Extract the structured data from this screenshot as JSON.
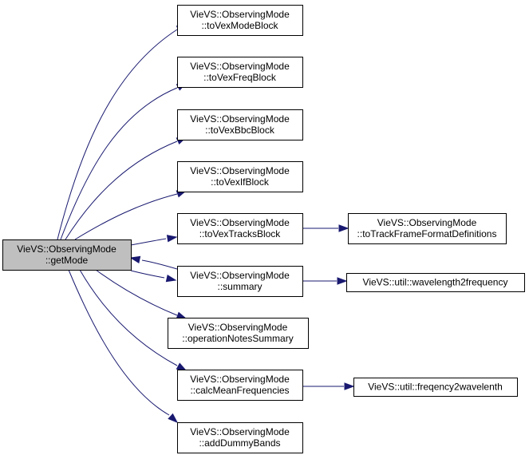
{
  "diagram": {
    "colors": {
      "edge": "#191970",
      "focus_fill": "#bfbfbf",
      "node_fill": "#ffffff",
      "border": "#000000"
    },
    "nodes": [
      {
        "id": "getMode",
        "lines": [
          "VieVS::ObservingMode",
          "::getMode"
        ],
        "focus": true
      },
      {
        "id": "toVexModeBlock",
        "lines": [
          "VieVS::ObservingMode",
          "::toVexModeBlock"
        ]
      },
      {
        "id": "toVexFreqBlock",
        "lines": [
          "VieVS::ObservingMode",
          "::toVexFreqBlock"
        ]
      },
      {
        "id": "toVexBbcBlock",
        "lines": [
          "VieVS::ObservingMode",
          "::toVexBbcBlock"
        ]
      },
      {
        "id": "toVexIfBlock",
        "lines": [
          "VieVS::ObservingMode",
          "::toVexIfBlock"
        ]
      },
      {
        "id": "toVexTracksBlock",
        "lines": [
          "VieVS::ObservingMode",
          "::toVexTracksBlock"
        ]
      },
      {
        "id": "toTrackFrameFormatDefinitions",
        "lines": [
          "VieVS::ObservingMode",
          "::toTrackFrameFormatDefinitions"
        ]
      },
      {
        "id": "summary",
        "lines": [
          "VieVS::ObservingMode",
          "::summary"
        ]
      },
      {
        "id": "wavelength2frequency",
        "lines": [
          "VieVS::util::wavelength2frequency"
        ]
      },
      {
        "id": "operationNotesSummary",
        "lines": [
          "VieVS::ObservingMode",
          "::operationNotesSummary"
        ]
      },
      {
        "id": "calcMeanFrequencies",
        "lines": [
          "VieVS::ObservingMode",
          "::calcMeanFrequencies"
        ]
      },
      {
        "id": "freqency2wavelenth",
        "lines": [
          "VieVS::util::freqency2wavelenth"
        ]
      },
      {
        "id": "addDummyBands",
        "lines": [
          "VieVS::ObservingMode",
          "::addDummyBands"
        ]
      }
    ],
    "edges": [
      {
        "from": "getMode",
        "to": "toVexModeBlock"
      },
      {
        "from": "getMode",
        "to": "toVexFreqBlock"
      },
      {
        "from": "getMode",
        "to": "toVexBbcBlock"
      },
      {
        "from": "getMode",
        "to": "toVexIfBlock"
      },
      {
        "from": "getMode",
        "to": "toVexTracksBlock"
      },
      {
        "from": "getMode",
        "to": "summary"
      },
      {
        "from": "summary",
        "to": "getMode"
      },
      {
        "from": "getMode",
        "to": "operationNotesSummary"
      },
      {
        "from": "getMode",
        "to": "calcMeanFrequencies"
      },
      {
        "from": "getMode",
        "to": "addDummyBands"
      },
      {
        "from": "toVexTracksBlock",
        "to": "toTrackFrameFormatDefinitions"
      },
      {
        "from": "summary",
        "to": "wavelength2frequency"
      },
      {
        "from": "calcMeanFrequencies",
        "to": "freqency2wavelenth"
      }
    ]
  }
}
